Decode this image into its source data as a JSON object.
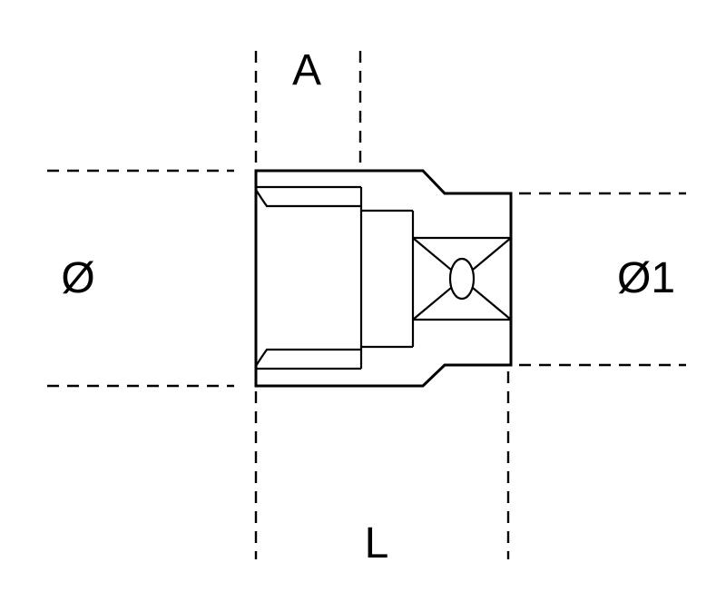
{
  "diagram": {
    "labels": {
      "width_top": "A",
      "diameter_left": "Ø",
      "diameter_right": "Ø1",
      "length_bottom": "L"
    },
    "colors": {
      "line": "#000000",
      "background": "#ffffff"
    }
  }
}
